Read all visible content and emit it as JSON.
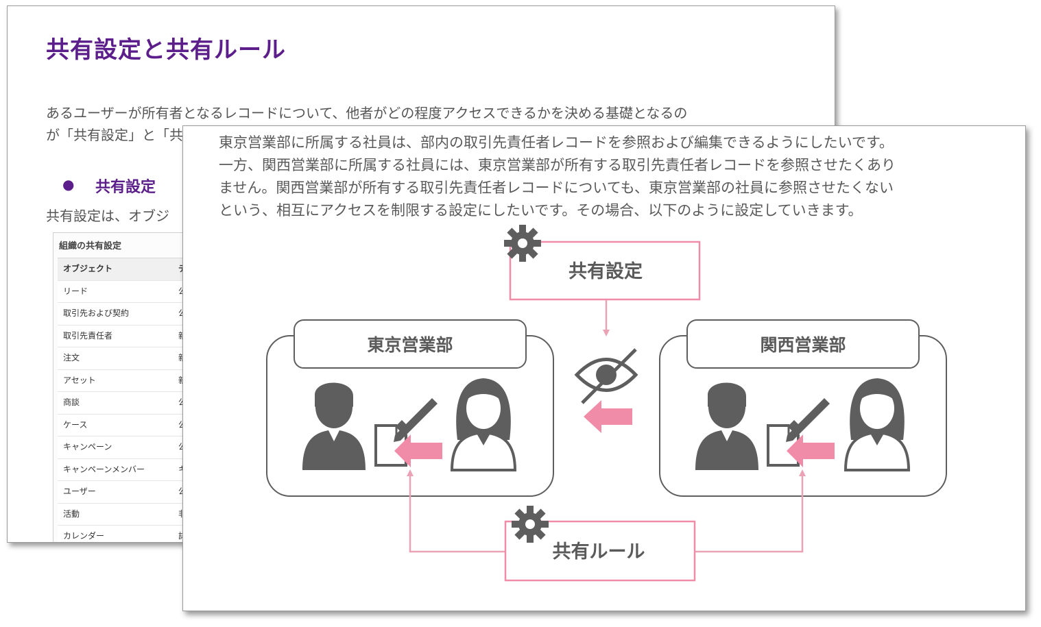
{
  "back_page": {
    "title": "共有設定と共有ルール",
    "intro_line1": "あるユーザーが所有者となるレコードについて、他者がどの程度アクセスできるかを決める基礎となるの",
    "intro_line2": "が「共有設定」と「共有ルール」です。",
    "bullet_label": "共有設定",
    "bullet_desc": "共有設定は、オブジ",
    "table": {
      "title": "組織の共有設定",
      "header": [
        "オブジェクト",
        "デ"
      ],
      "rows": [
        [
          "リード",
          "公"
        ],
        [
          "取引先および契約",
          "公"
        ],
        [
          "取引先責任者",
          "親"
        ],
        [
          "注文",
          "親"
        ],
        [
          "アセット",
          "親"
        ],
        [
          "商談",
          "公"
        ],
        [
          "ケース",
          "公"
        ],
        [
          "キャンペーン",
          "公"
        ],
        [
          "キャンペーンメンバー",
          "キャ"
        ],
        [
          "ユーザー",
          "公"
        ],
        [
          "活動",
          "非"
        ],
        [
          "カレンダー",
          "詳"
        ]
      ]
    }
  },
  "front_page": {
    "text_lines": [
      "東京営業部に所属する社員は、部内の取引先責任者レコードを参照および編集できるようにしたいです。",
      "一方、関西営業部に所属する社員には、東京営業部が所有する取引先責任者レコードを参照させたくあり",
      "ません。関西営業部が所有する取引先責任者レコードについても、東京営業部の社員に参照させたくない",
      "という、相互にアクセスを制限する設定にしたいです。その場合、以下のように設定していきます。"
    ],
    "diagram": {
      "sharing_setting_label": "共有設定",
      "sharing_rule_label": "共有ルール",
      "left_dept_label": "東京営業部",
      "right_dept_label": "関西営業部",
      "accent_color": "#f08ca8",
      "line_color": "#e9a3b5",
      "icon_color": "#5e5e5e",
      "icons": [
        "gear-icon",
        "eye-slash-icon",
        "arrow-left-icon",
        "male-person-icon",
        "female-person-icon",
        "document-icon",
        "pencil-icon"
      ]
    }
  }
}
